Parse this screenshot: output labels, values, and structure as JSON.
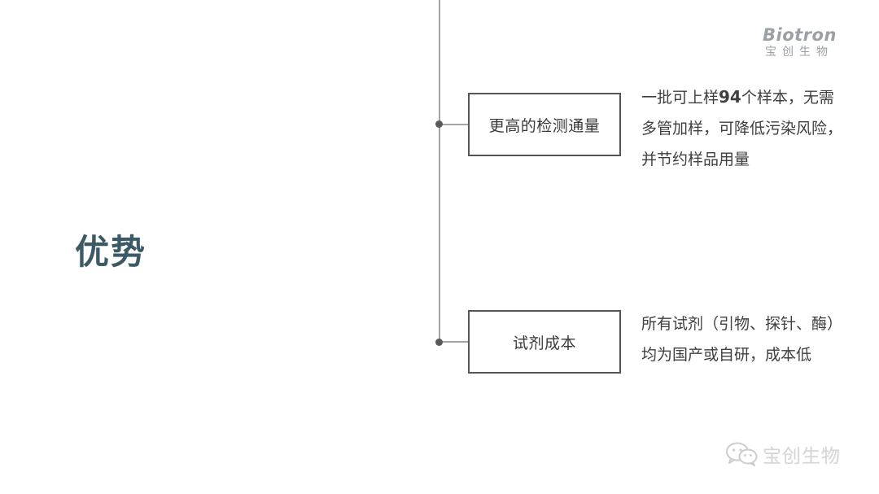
{
  "logo": {
    "name": "Biotron",
    "subtitle": "宝创生物"
  },
  "title": "优势",
  "items": [
    {
      "label": "更高的检测通量",
      "description_parts": {
        "line1_prefix": "一批可上样",
        "line1_number": "94",
        "line1_suffix": "个样本，无需",
        "line2": "多管加样，可降低污染风险，",
        "line3": "并节约样品用量"
      }
    },
    {
      "label": "试剂成本",
      "description_parts": {
        "line1": "所有试剂（引物、探针、酶）",
        "line2": "均为国产或自研，成本低"
      }
    }
  ],
  "watermark": {
    "icon": "wechat-icon",
    "text": "宝创生物"
  },
  "colors": {
    "title": "#3c5a66",
    "logo": "#9aa0a6",
    "lines": "#a3a3a3",
    "box_border": "#555555",
    "text": "#3f3f3f"
  }
}
